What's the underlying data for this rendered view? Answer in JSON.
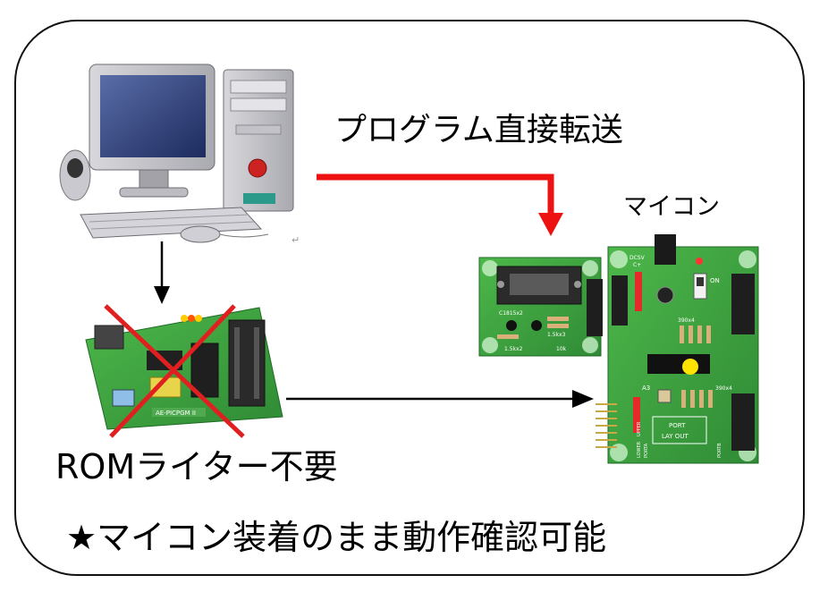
{
  "labels": {
    "transfer": "プログラム直接転送",
    "microcomputer": "マイコン",
    "rom_writer_unnecessary": "ROMライター不要",
    "feature": "★マイコン装着のまま動作確認可能"
  },
  "board_texts": {
    "writer_board": "AE-PICPGM II",
    "cable_board_part": "C1815x2",
    "cable_board_r1": "1.5kx2",
    "cable_board_r2": "1.5kx3",
    "cable_board_r3": "10k",
    "mcu_board_power": "DCSV",
    "mcu_board_power_sub": "C+",
    "mcu_board_switch": "ON",
    "mcu_board_res": "390x4",
    "mcu_board_res2": "390x4",
    "mcu_board_a3": "A3",
    "mcu_board_layout": "PORT",
    "mcu_board_layout2": "LAY OUT",
    "mcu_board_lower": "LOWER",
    "mcu_board_upper": "UPPER",
    "mcu_board_porta": "PORTA",
    "mcu_board_portb": "PORTB"
  },
  "colors": {
    "red_arrow": "#ee1111",
    "black_arrow": "#000000",
    "pcb_green": "#3a9a3a",
    "cross_red": "#e02020"
  },
  "icons": [
    "desktop-computer-icon",
    "rom-writer-board-icon",
    "serial-cable-board-icon",
    "microcontroller-board-icon"
  ]
}
